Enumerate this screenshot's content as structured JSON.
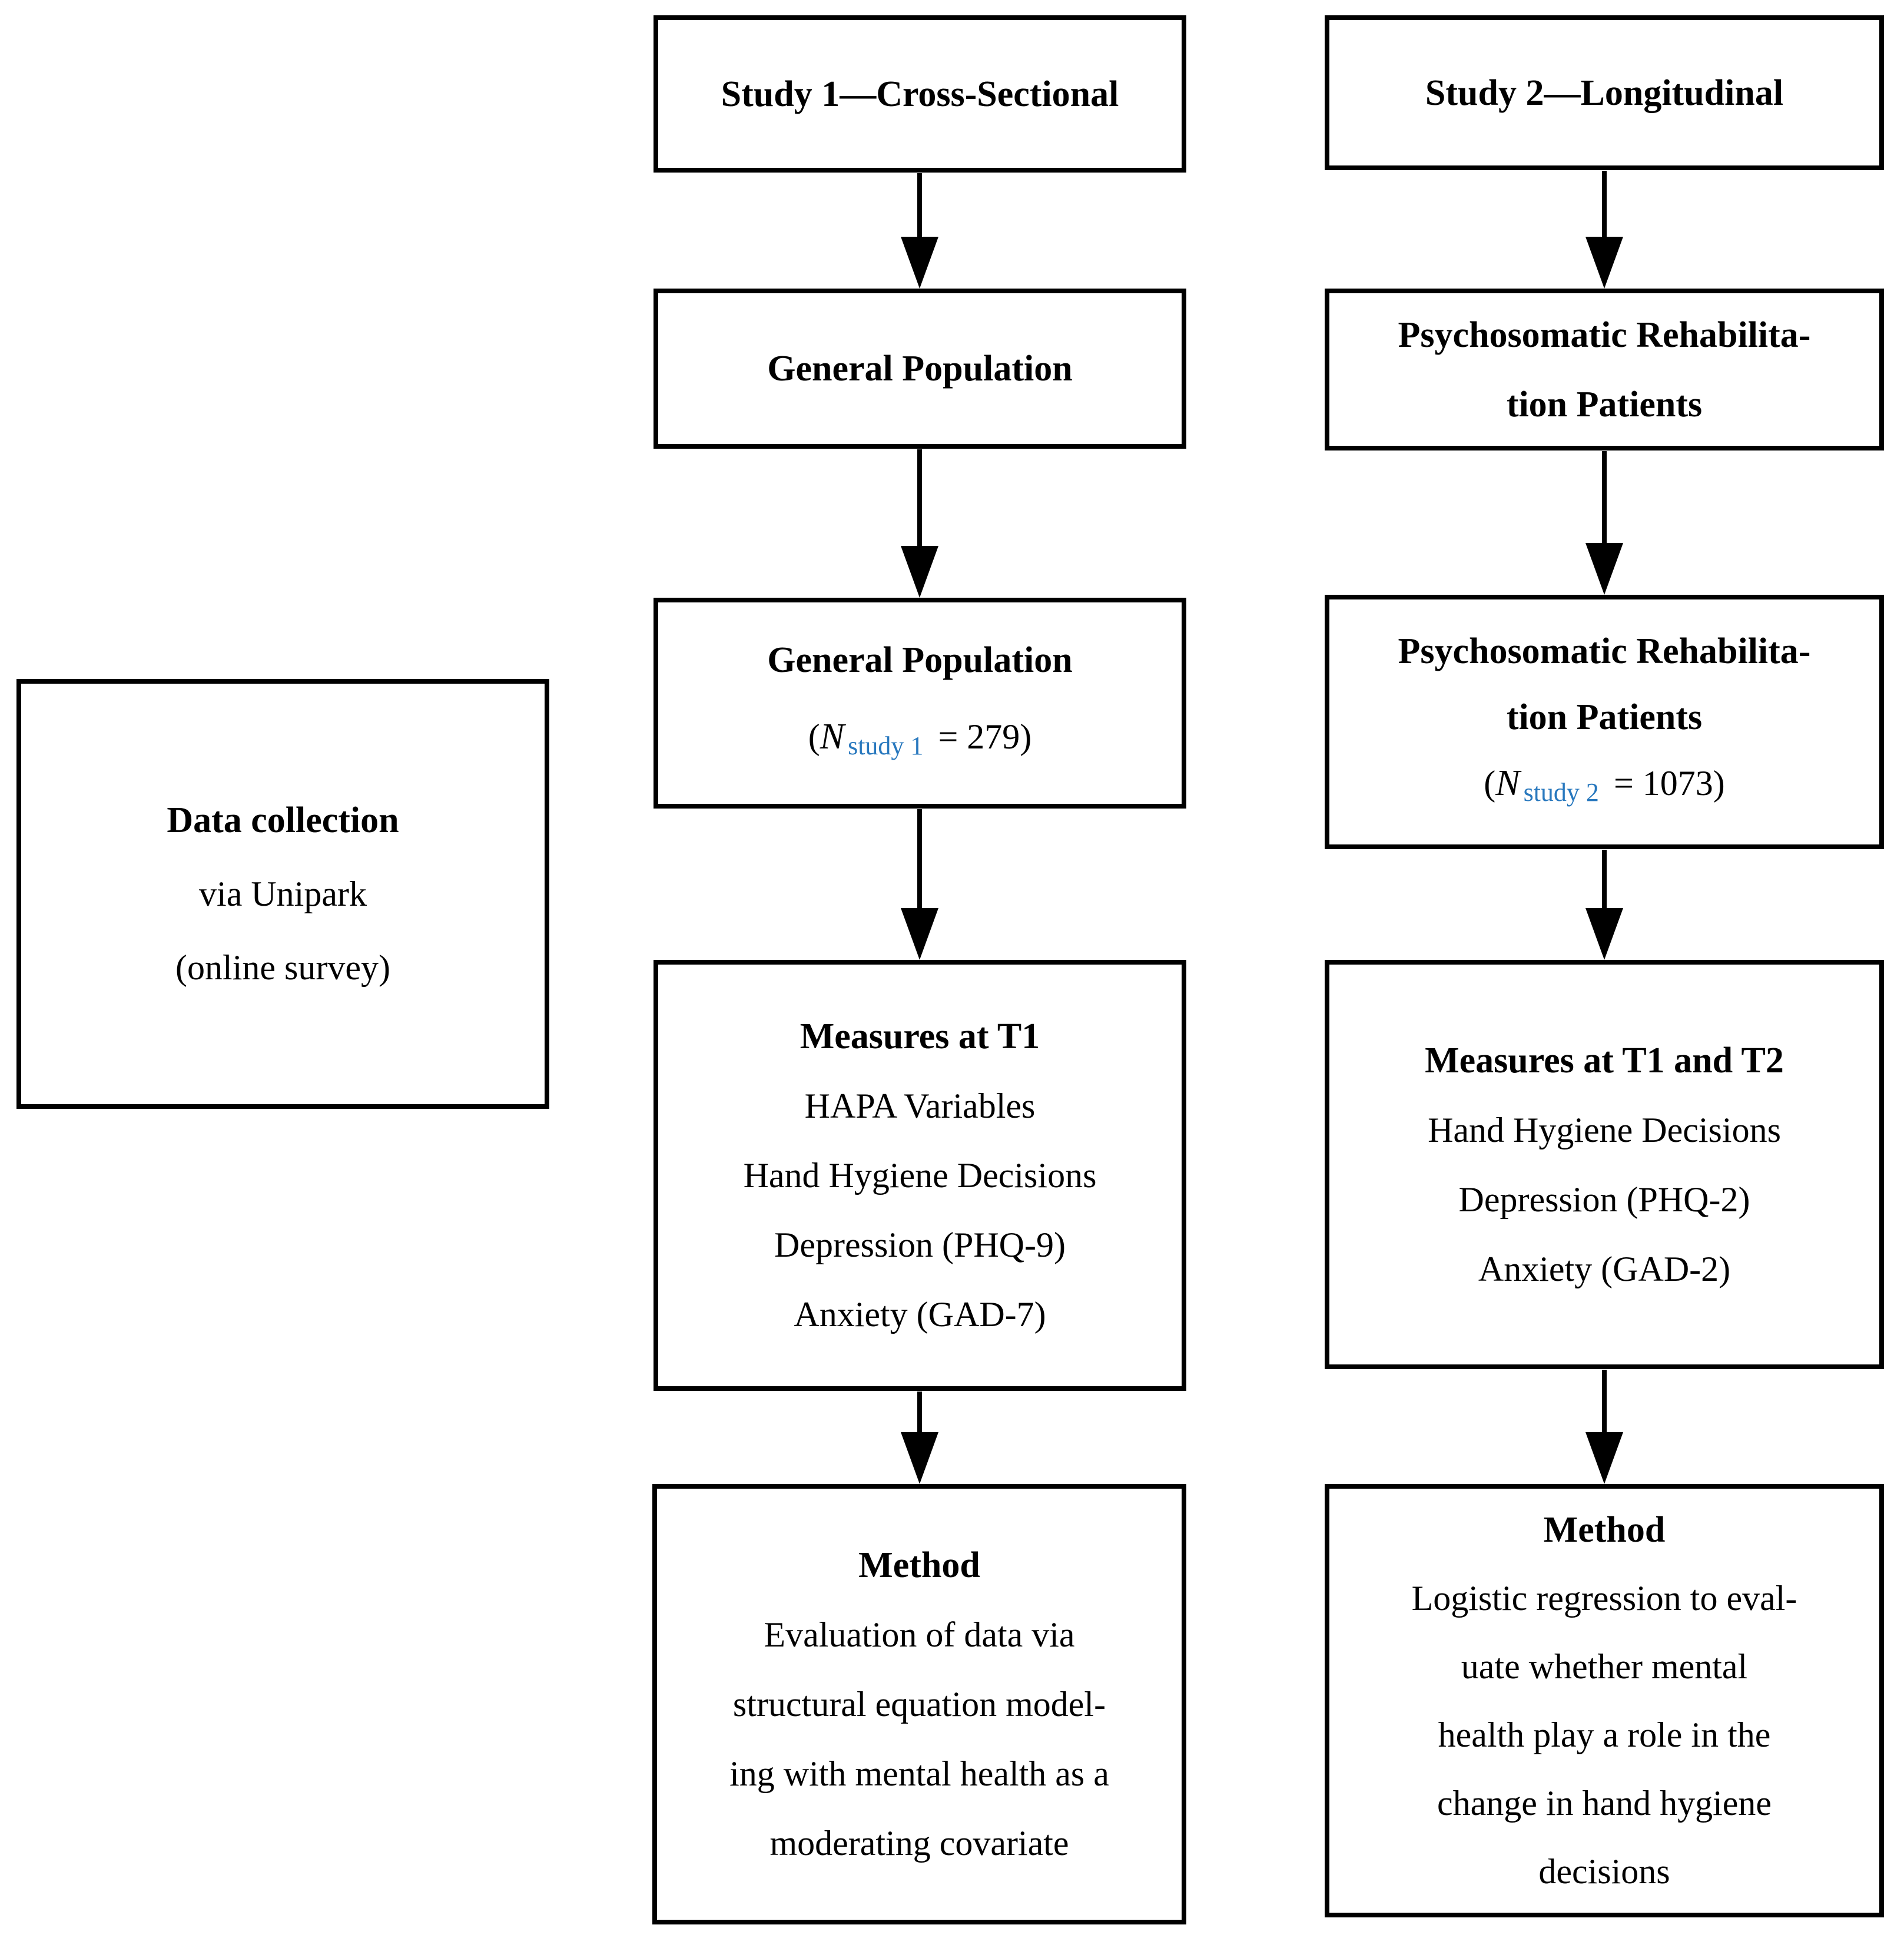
{
  "diagram": {
    "colors": {
      "box_border": "#000000",
      "background": "#ffffff",
      "subscript_blue": "#2878BE"
    },
    "left_box": {
      "title": "Data collection",
      "line2": "via Unipark",
      "line3": "(online survey)"
    },
    "col1": {
      "header": "Study 1—Cross-Sectional",
      "population": "General Population",
      "sample": {
        "title": "General Population",
        "open_paren": "(",
        "n_symbol": "N",
        "n_subscript": "study 1",
        "n_rest": " = 279)"
      },
      "measures": {
        "title": "Measures at T1",
        "lines": [
          "HAPA Variables",
          "Hand Hygiene Decisions",
          "Depression (PHQ-9)",
          "Anxiety (GAD-7)"
        ]
      },
      "method": {
        "title": "Method",
        "lines": [
          "Evaluation of data via",
          "structural equation model-",
          "ing with mental health as a",
          "moderating covariate"
        ]
      }
    },
    "col2": {
      "header": "Study 2—Longitudinal",
      "population_line1": "Psychosomatic Rehabilita-",
      "population_line2": "tion Patients",
      "sample": {
        "title_line1": "Psychosomatic Rehabilita-",
        "title_line2": "tion Patients",
        "open_paren": "(",
        "n_symbol": "N",
        "n_subscript": "study 2",
        "n_rest": " = 1073)"
      },
      "measures": {
        "title": "Measures at T1 and T2",
        "lines": [
          "Hand Hygiene Decisions",
          "Depression (PHQ-2)",
          "Anxiety (GAD-2)"
        ]
      },
      "method": {
        "title": "Method",
        "lines": [
          "Logistic regression to eval-",
          "uate whether mental",
          "health play a role in the",
          "change in hand hygiene",
          "decisions"
        ]
      }
    }
  }
}
